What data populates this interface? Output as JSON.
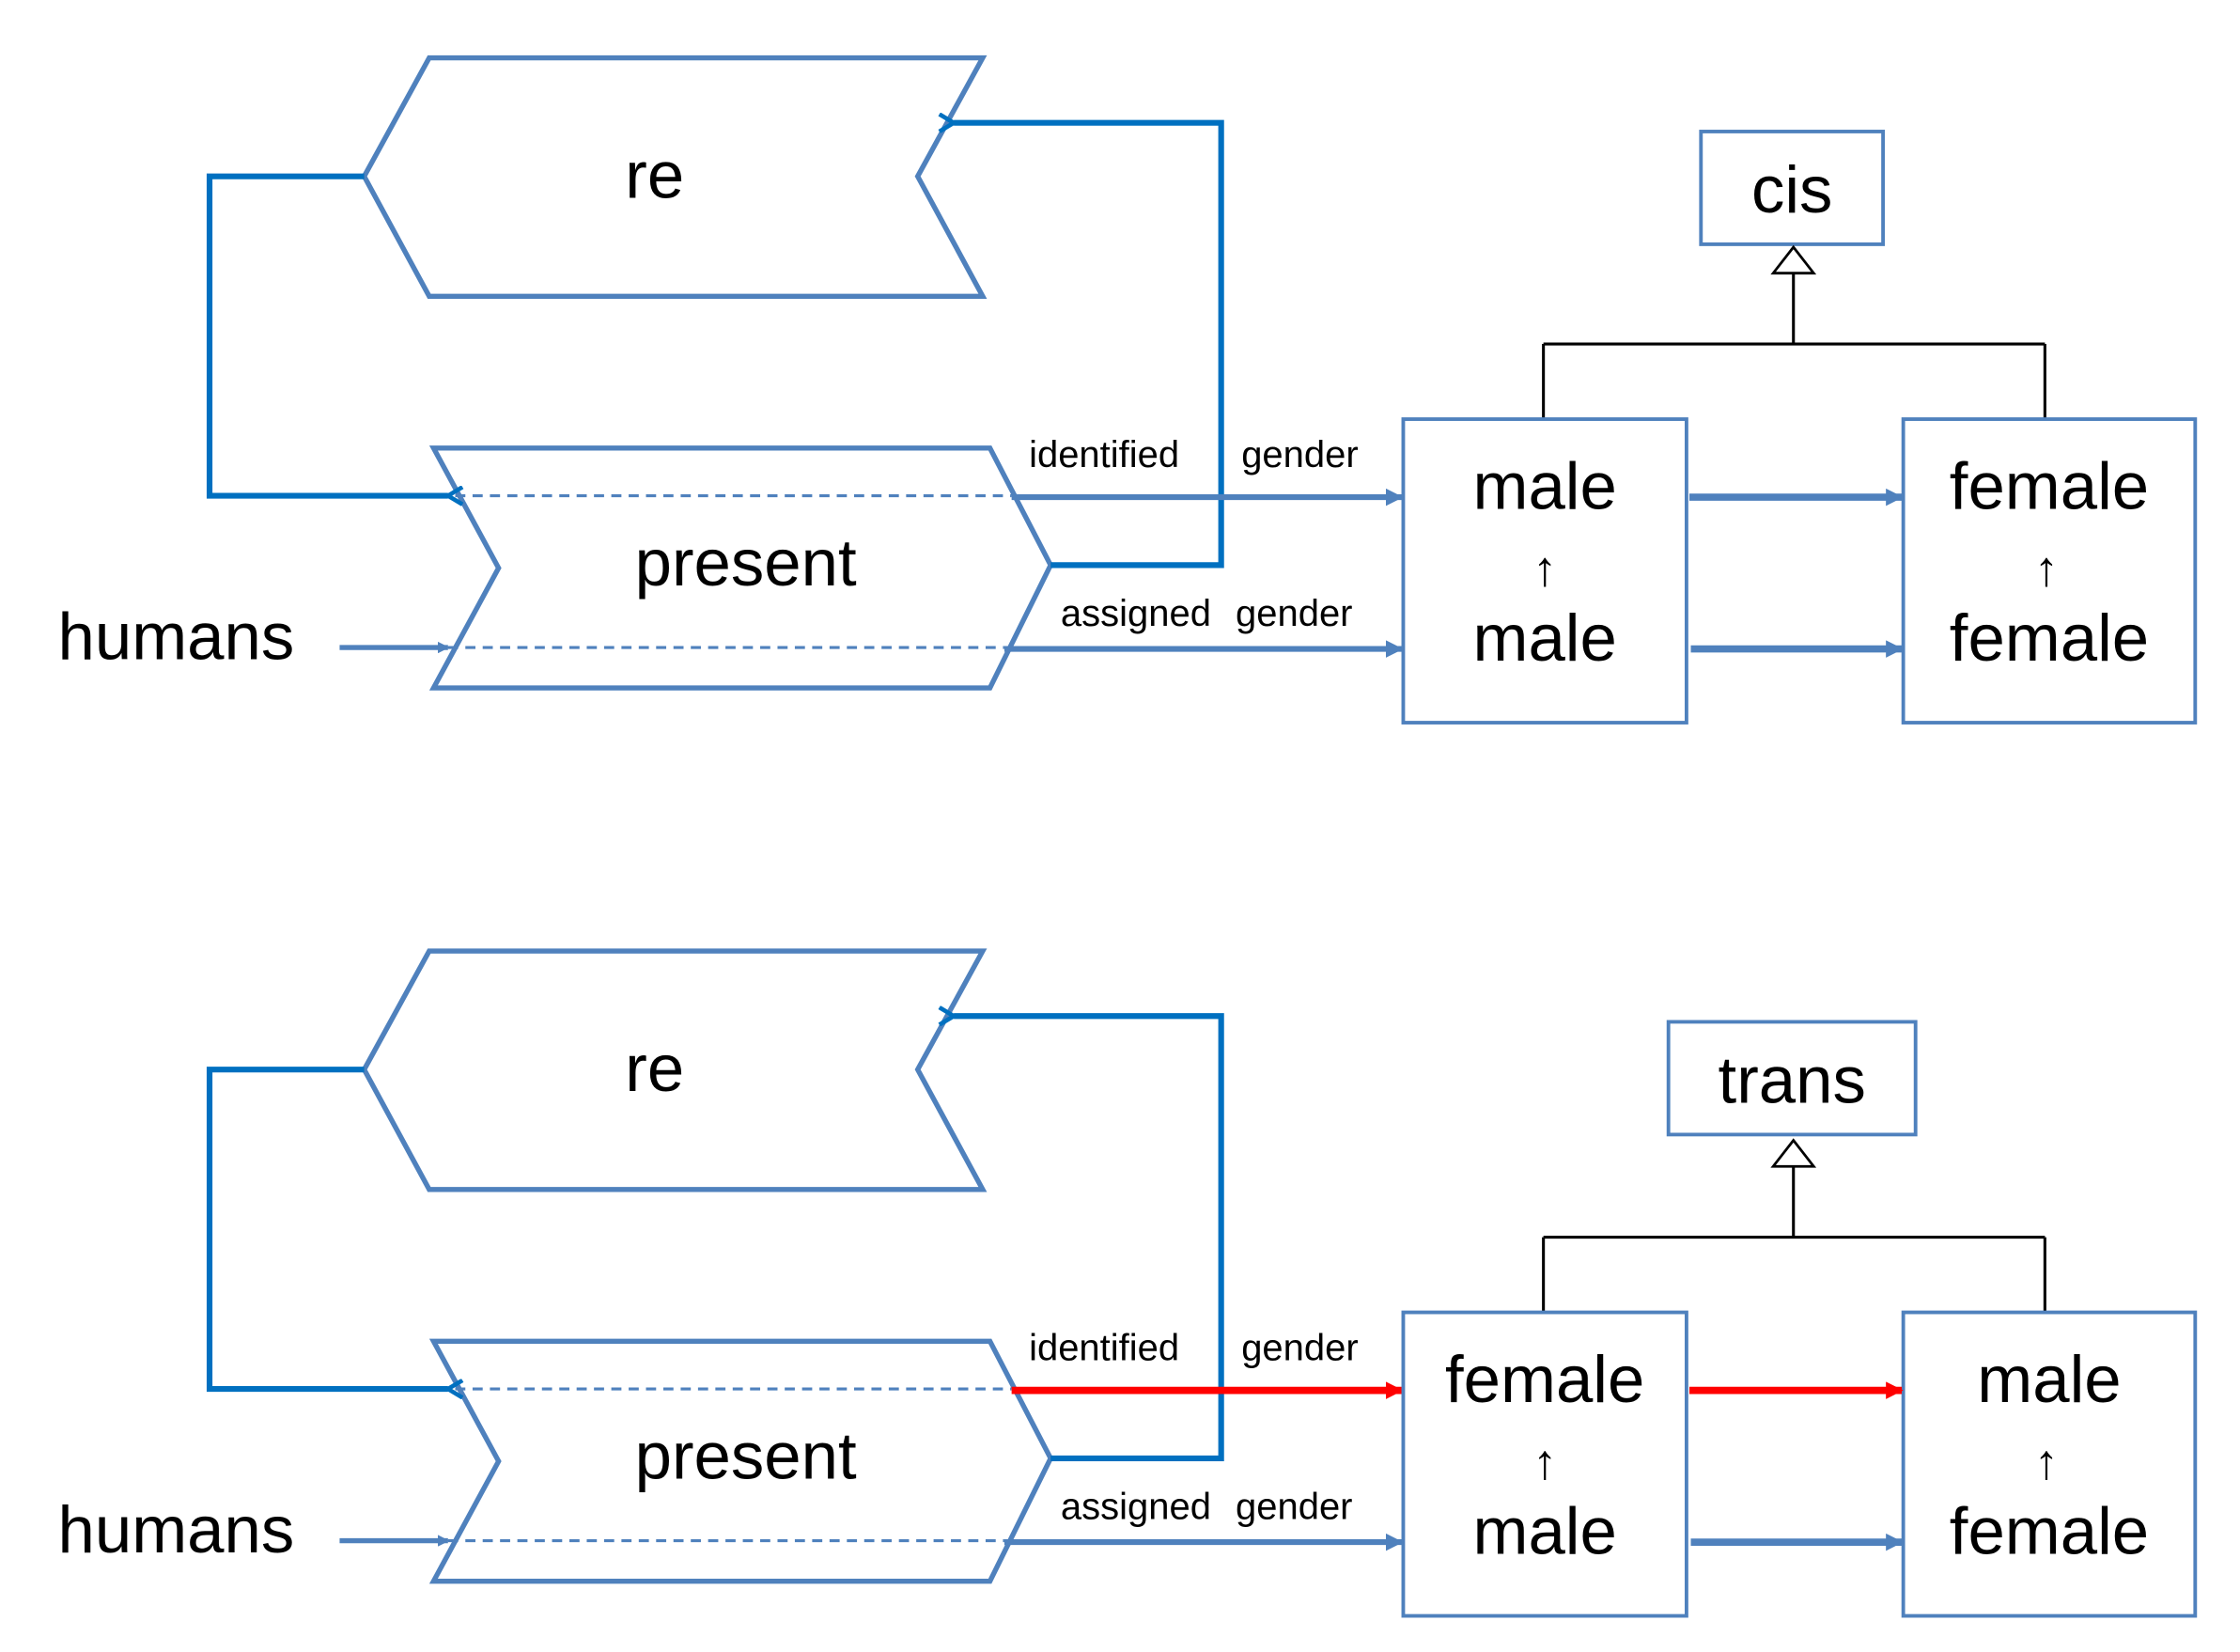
{
  "colors": {
    "blue": "#4f81bd",
    "dark_blue": "#0070c0",
    "red": "#ff0000",
    "black": "#000000"
  },
  "panels": [
    {
      "name": "cis",
      "process_top": "re",
      "process_bottom": "present",
      "input": "humans",
      "identified_label": [
        "identified",
        "gender"
      ],
      "assigned_label": [
        "assigned",
        "gender"
      ],
      "identified_highlight": false,
      "category": "cis",
      "category_color": "#000000",
      "left_box": {
        "top": "male",
        "bottom": "male"
      },
      "right_box": {
        "top": "female",
        "bottom": "female"
      }
    },
    {
      "name": "trans",
      "process_top": "re",
      "process_bottom": "present",
      "input": "humans",
      "identified_label": [
        "identified",
        "gender"
      ],
      "assigned_label": [
        "assigned",
        "gender"
      ],
      "identified_highlight": true,
      "category": "trans",
      "category_color": "#ff0000",
      "left_box": {
        "top": "female",
        "bottom": "male"
      },
      "right_box": {
        "top": "male",
        "bottom": "female"
      }
    }
  ]
}
